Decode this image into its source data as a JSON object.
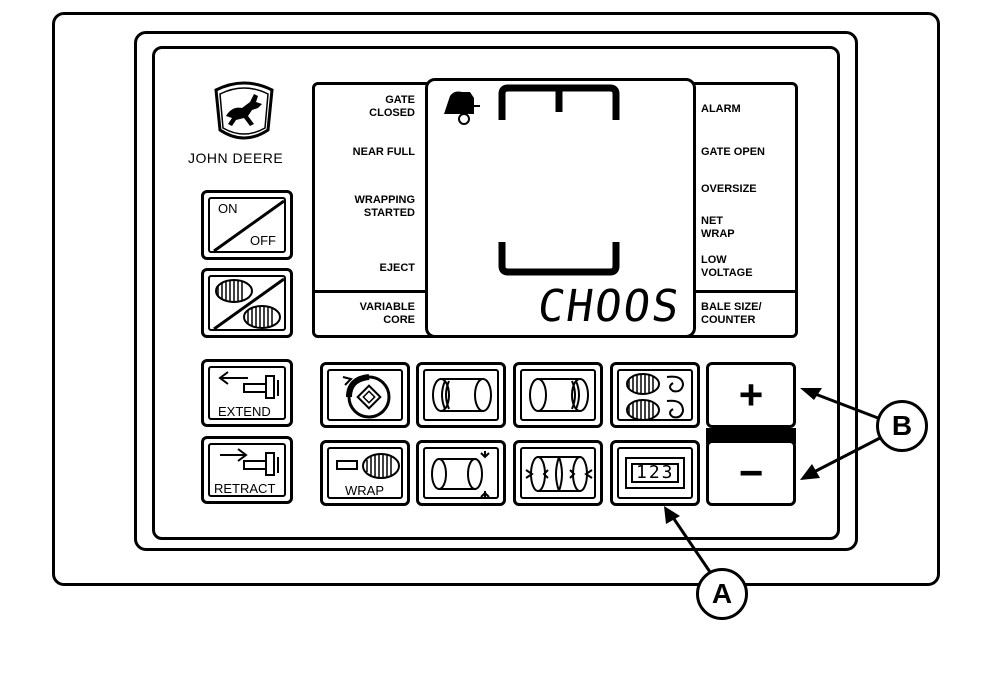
{
  "brand": {
    "name": "JOHN DEERE"
  },
  "left_labels": {
    "gate_closed": "GATE\nCLOSED",
    "near_full": "NEAR FULL",
    "wrapping_started": "WRAPPING\nSTARTED",
    "eject": "EJECT",
    "variable_core": "VARIABLE\nCORE"
  },
  "right_labels": {
    "alarm": "ALARM",
    "gate_open": "GATE OPEN",
    "oversize": "OVERSIZE",
    "net_wrap": "NET\nWRAP",
    "low_voltage": "LOW\nVOLTAGE",
    "bale_size_counter": "BALE SIZE/\nCOUNTER"
  },
  "display": {
    "readout": "CHOOS"
  },
  "buttons": {
    "on": "ON",
    "off": "OFF",
    "extend": "EXTEND",
    "retract": "RETRACT",
    "wrap": "WRAP",
    "counter_digits": "123",
    "plus": "+",
    "minus": "−"
  },
  "callouts": {
    "a": "A",
    "b": "B"
  }
}
